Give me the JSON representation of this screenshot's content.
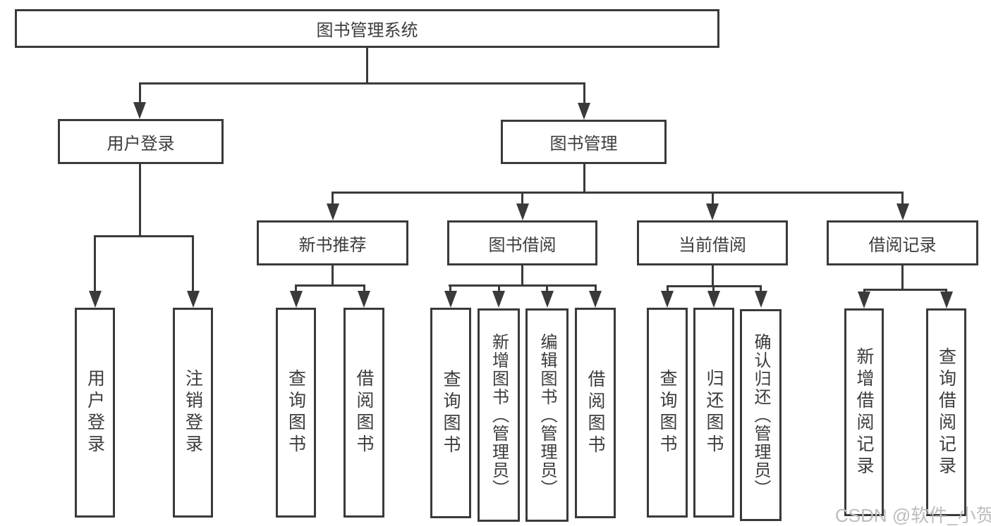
{
  "diagram": {
    "root": {
      "label": "图书管理系统",
      "children": [
        {
          "label": "用户登录",
          "children": [
            {
              "label": "用户登录"
            },
            {
              "label": "注销登录"
            }
          ]
        },
        {
          "label": "图书管理",
          "children": [
            {
              "label": "新书推荐",
              "children": [
                {
                  "label": "查询图书"
                },
                {
                  "label": "借阅图书"
                }
              ]
            },
            {
              "label": "图书借阅",
              "children": [
                {
                  "label": "查询图书"
                },
                {
                  "label": "新增图书（管理员）"
                },
                {
                  "label": "编辑图书（管理员）"
                },
                {
                  "label": "借阅图书"
                }
              ]
            },
            {
              "label": "当前借阅",
              "children": [
                {
                  "label": "查询图书"
                },
                {
                  "label": "归还图书"
                },
                {
                  "label": "确认归还（管理员）"
                }
              ]
            },
            {
              "label": "借阅记录",
              "children": [
                {
                  "label": "新增借阅记录"
                },
                {
                  "label": "查询借阅记录"
                }
              ]
            }
          ]
        }
      ]
    }
  },
  "watermark": {
    "text": "CSDN @软件_小贺同学"
  },
  "colors": {
    "line": "#3a3a3a",
    "ink": "#3c3c3c",
    "watermark": "#bcbcbc",
    "background": "#ffffff"
  }
}
